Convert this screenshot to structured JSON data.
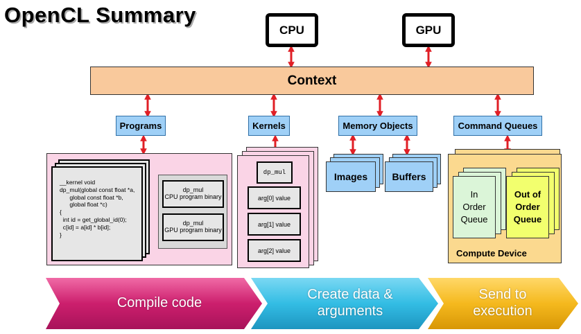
{
  "title": "OpenCL Summary",
  "devices": {
    "cpu": "CPU",
    "gpu": "GPU"
  },
  "context": "Context",
  "labels": {
    "programs": "Programs",
    "kernels": "Kernels",
    "memory_objects": "Memory Objects",
    "command_queues": "Command Queues"
  },
  "program_code": "__kernel void\ndp_mul(global const float *a,\n      global const float *b,\n      global float *c)\n{\n  int id = get_global_id(0);\n  c[id] = a[id] * b[id];\n}",
  "binaries": {
    "cpu_name": "dp_mul",
    "cpu_desc": "CPU program binary",
    "gpu_name": "dp_mul",
    "gpu_desc": "GPU program binary"
  },
  "kernel": {
    "name": "dp_mul",
    "args": [
      "arg[0] value",
      "arg[1] value",
      "arg[2] value"
    ]
  },
  "memory": {
    "images": "Images",
    "buffers": "Buffers"
  },
  "queues": {
    "in_order": "In\nOrder\nQueue",
    "out_of_order": "Out of\nOrder\nQueue",
    "device": "Compute Device"
  },
  "steps": {
    "compile": "Compile code",
    "create": "Create data &\narguments",
    "send": "Send to\nexecution"
  },
  "colors": {
    "context": "#f9c99c",
    "labels": "#9fd0f7",
    "programs_panel": "#fad4e6",
    "kernels_panel": "#fad4e6",
    "device_panel": "#fbd98f",
    "in_order_queue": "#dbf5d8",
    "out_of_order_queue": "#f2ff6e",
    "connector": "#e01f26",
    "step_compile": "#cc1f6d",
    "step_create": "#33bde4",
    "step_send": "#f5b91e"
  }
}
